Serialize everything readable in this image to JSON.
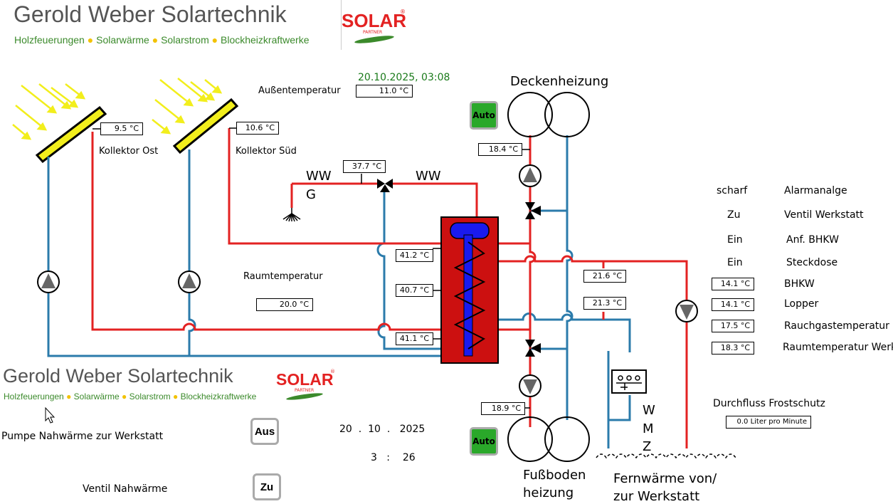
{
  "brand": {
    "title": "Gerold Weber Solartechnik",
    "subtitle_parts": [
      "Holzfeuerungen",
      "Solarwärme",
      "Solarstrom",
      "Blockheizkraftwerke"
    ],
    "logo_text": "SOLAR",
    "logo_sub": "PARTNER",
    "logo_reg": "®"
  },
  "header": {
    "timestamp": "20.10.2025,  03:08",
    "outdoor_label": "Außentemperatur",
    "outdoor_value": "11.0 °C"
  },
  "collectors": {
    "east": {
      "label": "Kollektor Ost",
      "value": "9.5 °C"
    },
    "south": {
      "label": "Kollektor Süd",
      "value": "10.6 °C"
    }
  },
  "hotwater": {
    "ww_left": "WW",
    "g_label": "G",
    "ww_right": "WW",
    "mix_value": "37.7 °C"
  },
  "room": {
    "label": "Raumtemperatur",
    "value": "20.0 °C"
  },
  "tank": {
    "top": "41.2 °C",
    "mid": "40.7 °C",
    "bottom": "41.1 °C"
  },
  "ceiling": {
    "label": "Deckenheizung",
    "value": "18.4 °C",
    "mode": "Auto"
  },
  "floor": {
    "label_line1": "Fußboden",
    "label_line2": "heizung",
    "value": "18.9 °C",
    "mode": "Auto"
  },
  "district": {
    "supply_value": "21.6 °C",
    "return_value": "21.3 °C",
    "meter_letters": [
      "W",
      "M",
      "Z"
    ],
    "label_line1": "Fernwärme von/",
    "label_line2": "zur Werkstatt"
  },
  "status_list": [
    {
      "state": "scharf",
      "label": "Alarmanalge"
    },
    {
      "state": "Zu",
      "label": "Ventil Werkstatt"
    },
    {
      "state": "Ein",
      "label": "Anf. BHKW"
    },
    {
      "state": "Ein",
      "label": "Steckdose"
    }
  ],
  "value_list": [
    {
      "value": "14.1 °C",
      "label": "BHKW"
    },
    {
      "value": "14.1 °C",
      "label": "Lopper"
    },
    {
      "value": "17.5 °C",
      "label": "Rauchgastemperatur"
    },
    {
      "value": "18.3 °C",
      "label": "Raumtemperatur Werk"
    }
  ],
  "frost": {
    "label": "Durchfluss Frostschutz",
    "value": "0.0 Liter pro Minute"
  },
  "controls": {
    "pump_label": "Pumpe  Nahwärme zur Werkstatt",
    "pump_button": "Aus",
    "valve_label": "Ventil Nahwärme",
    "valve_button": "Zu",
    "date_day": "20",
    "date_month": "10",
    "date_year": "2025",
    "date_sep": ".",
    "time_hour": "3",
    "time_min": "26",
    "time_sep": ":"
  },
  "colors": {
    "red_pipe": "#e32222",
    "blue_pipe": "#2b7bab",
    "tank_red": "#cc1010",
    "coil_blue": "#1a1aee",
    "brand_green": "#3b8a2b"
  },
  "icons": [
    "sun-ray-icon",
    "pump-icon",
    "mixing-valve-icon",
    "shower-icon",
    "heat-meter-icon",
    "cursor-icon"
  ]
}
